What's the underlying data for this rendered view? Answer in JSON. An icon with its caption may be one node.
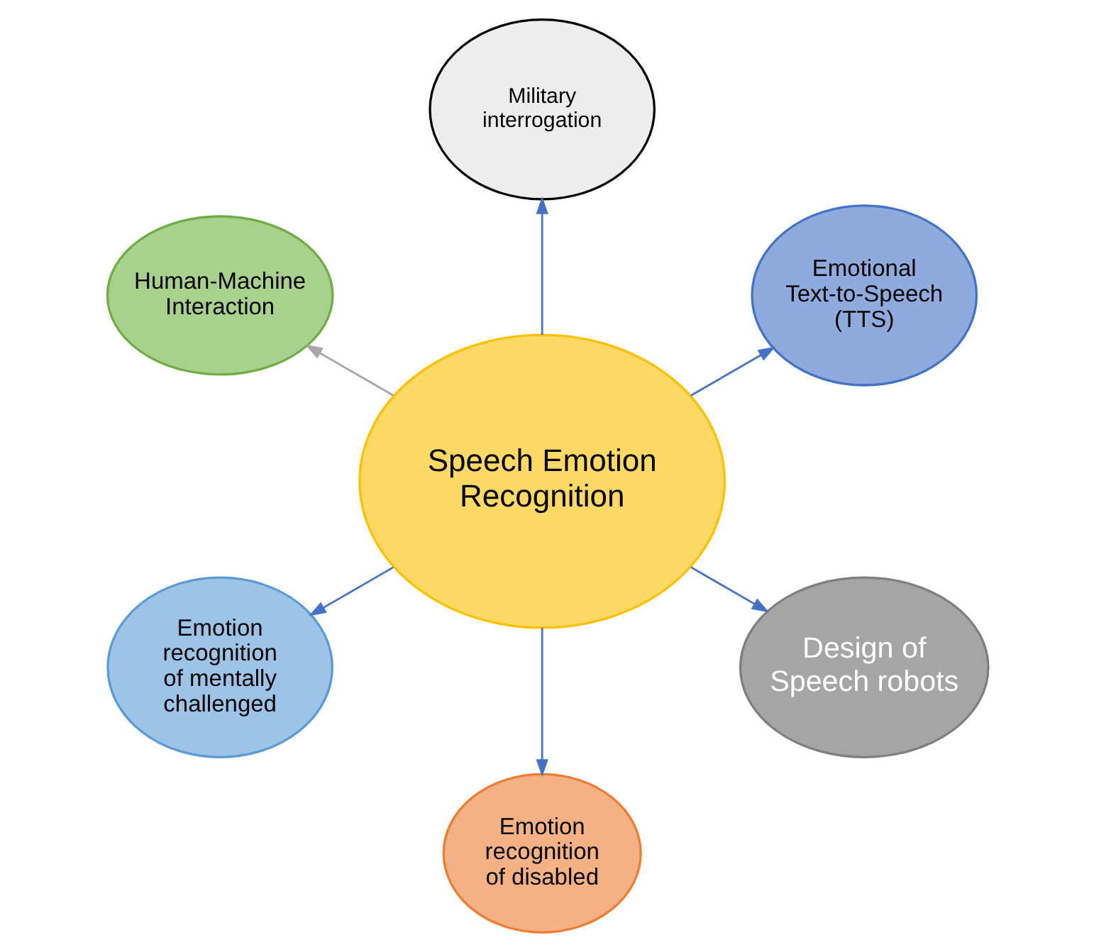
{
  "diagram": {
    "nodes": [
      {
        "text": [
          "Emotional Text-to-Speech (TTS)"
        ]
      },
      {
        "text": [
          "Military interrogation"
        ]
      },
      {
        "text": [
          "Human-Machine Interaction"
        ]
      },
      {
        "text": [
          "Speech Emotion Recognition"
        ]
      },
      {
        "text": [
          "Emotion recognition of mentally challenged"
        ]
      },
      {
        "text": [
          "Emotion recognition of disabled"
        ]
      },
      {
        "text": [
          "Design of Speech robots"
        ]
      }
    ],
    "edges": [
      {
        "from": 3,
        "to": 0,
        "arrow": "to"
      },
      {
        "from": 3,
        "to": 1,
        "arrow": "to"
      },
      {
        "from": 3,
        "to": 2,
        "arrow": "to",
        "color": "#a6a6a6"
      },
      {
        "from": 3,
        "to": 4,
        "arrow": "to"
      },
      {
        "from": 3,
        "to": 5,
        "arrow": "to"
      },
      {
        "from": 3,
        "to": 6,
        "arrow": "to"
      }
    ]
  }
}
